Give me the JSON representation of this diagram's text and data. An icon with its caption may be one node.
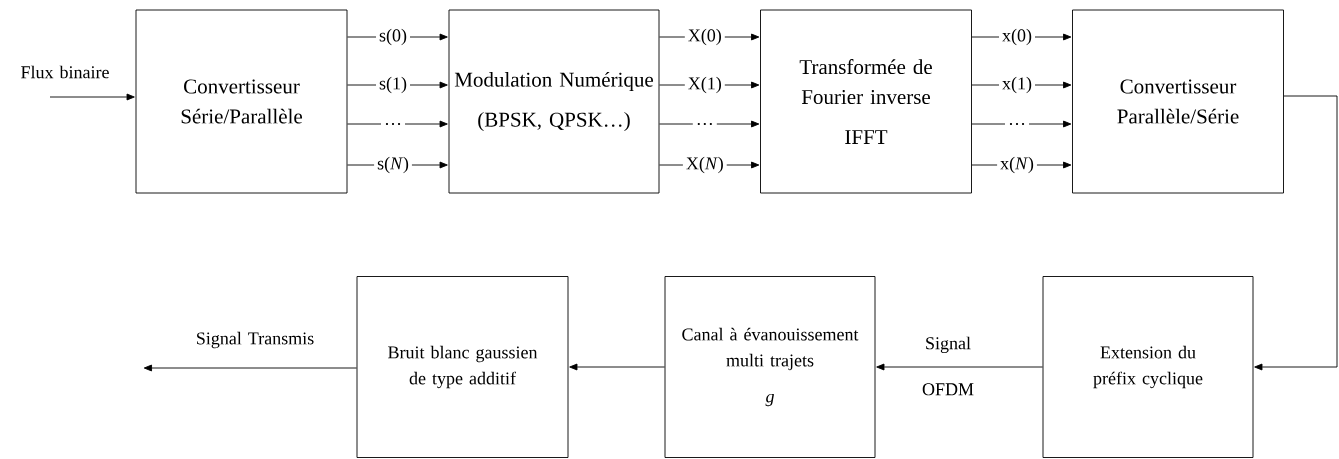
{
  "diagram": {
    "nodes": [
      {
        "text": [
          "Convertisseur Série/Parallèle"
        ]
      },
      {
        "text": [
          "Modulation Numérique",
          "(BPSK, QPSK…)"
        ]
      },
      {
        "text": [
          "Transformée de Fourier inverse",
          "IFFT"
        ]
      },
      {
        "text": [
          "Convertisseur Parallèle/Série"
        ]
      },
      {
        "text": [
          "Extension du préfix cyclique"
        ]
      },
      {
        "text": [
          "Canal à évanouissement multi trajets",
          "*g*"
        ]
      },
      {
        "text": [
          "Bruit blanc gaussien de type additif"
        ]
      }
    ],
    "edges": [
      {
        "from": null,
        "to": 0,
        "arrow": "to",
        "label": "Flux binaire"
      },
      {
        "from": 0,
        "to": 1,
        "arrow": "to",
        "label": "s(0)"
      },
      {
        "from": 0,
        "to": 1,
        "arrow": "to",
        "label": "s(1)"
      },
      {
        "from": 0,
        "to": 1,
        "arrow": "to",
        "label": "…"
      },
      {
        "from": 0,
        "to": 1,
        "arrow": "to",
        "label": "s(*N*)"
      },
      {
        "from": 1,
        "to": 2,
        "arrow": "to",
        "label": "X(0)"
      },
      {
        "from": 1,
        "to": 2,
        "arrow": "to",
        "label": "X(1)"
      },
      {
        "from": 1,
        "to": 2,
        "arrow": "to",
        "label": "…"
      },
      {
        "from": 1,
        "to": 2,
        "arrow": "to",
        "label": "X(*N*)"
      },
      {
        "from": 2,
        "to": 3,
        "arrow": "to",
        "label": "x(0)"
      },
      {
        "from": 2,
        "to": 3,
        "arrow": "to",
        "label": "x(1)"
      },
      {
        "from": 2,
        "to": 3,
        "arrow": "to",
        "label": "…"
      },
      {
        "from": 2,
        "to": 3,
        "arrow": "to",
        "label": "x(*N*)"
      },
      {
        "from": 3,
        "to": 4,
        "arrow": "to"
      },
      {
        "from": 4,
        "to": 5,
        "arrow": "to",
        "label": "Signal OFDM"
      },
      {
        "from": 5,
        "to": 6,
        "arrow": "to"
      },
      {
        "from": 6,
        "to": null,
        "arrow": "to",
        "label": "Signal Transmis"
      }
    ]
  }
}
